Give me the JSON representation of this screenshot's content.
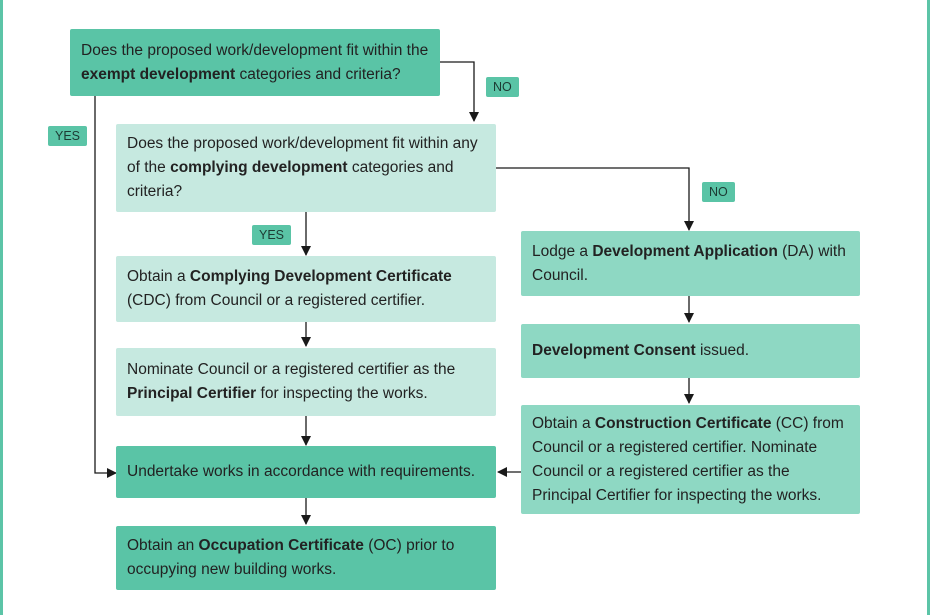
{
  "boxes": {
    "exempt": {
      "pre": "Does the proposed work/development fit within the ",
      "bold": "exempt development",
      "post": " categories and criteria?"
    },
    "complying": {
      "pre": "Does the proposed work/development fit within any of the ",
      "bold": "complying development",
      "post": " categories and criteria?"
    },
    "cdc": {
      "pre": "Obtain a ",
      "bold": "Complying Development Certificate",
      "post": " (CDC) from Council or a registered certifier."
    },
    "nominate": {
      "pre": "Nominate Council or a registered certifier as the ",
      "bold": "Principal Certifier",
      "post": " for inspecting the works."
    },
    "undertake": {
      "pre": "",
      "bold": "",
      "post": "Undertake works in accordance with requirements."
    },
    "oc": {
      "pre": "Obtain an ",
      "bold": "Occupation Certificate",
      "post": " (OC) prior to occupying new building works."
    },
    "da": {
      "pre": "Lodge a ",
      "bold": "Development Application",
      "post": " (DA) with Council."
    },
    "consent": {
      "pre": "",
      "bold": "Development Consent",
      "post": " issued."
    },
    "cc": {
      "pre": "Obtain a ",
      "bold": "Construction Certificate",
      "post": " (CC) from Council or a registered certifier. Nominate Council or a registered certifier as the Principal Certifier for inspecting the works."
    }
  },
  "tags": {
    "no_exempt": "NO",
    "yes_exempt": "YES",
    "no_complying": "NO",
    "yes_complying": "YES"
  }
}
